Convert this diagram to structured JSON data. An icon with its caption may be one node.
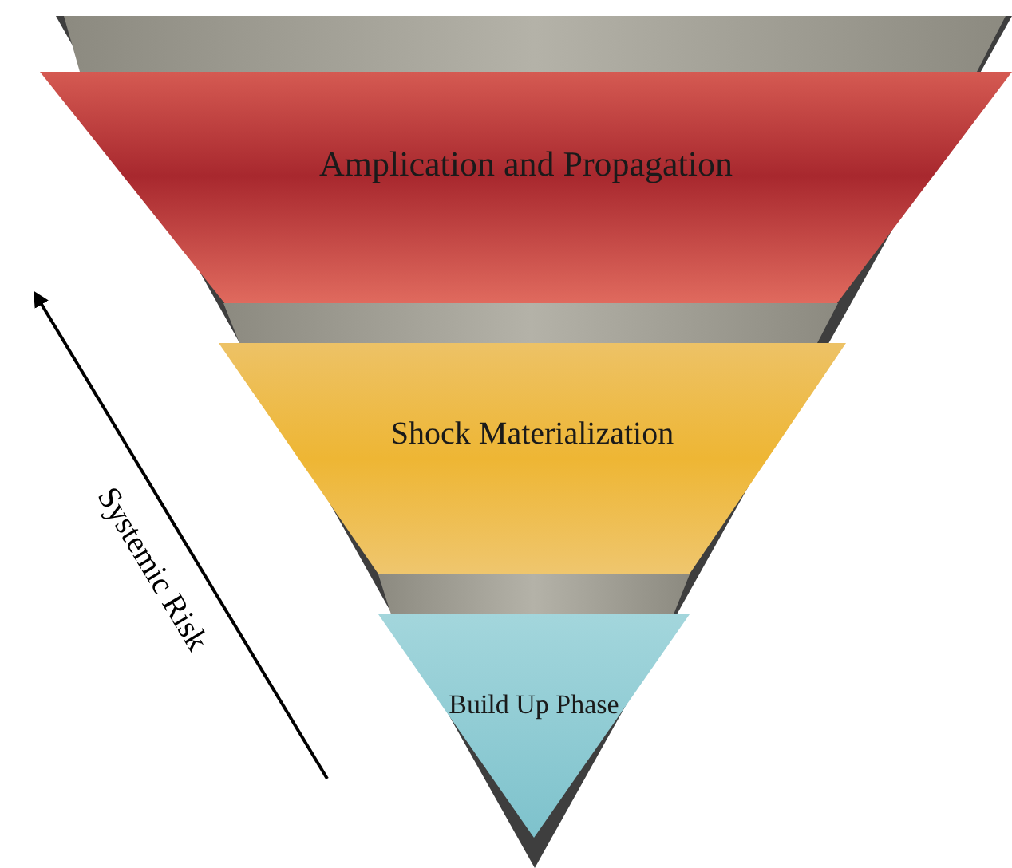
{
  "diagram": {
    "nodes": [
      {
        "text": [
          "Amplication and Propagation"
        ]
      },
      {
        "text": [
          "Shock Materialization"
        ]
      },
      {
        "text": [
          "Build Up Phase"
        ]
      }
    ],
    "labels": [
      "Systemic Risk"
    ]
  }
}
